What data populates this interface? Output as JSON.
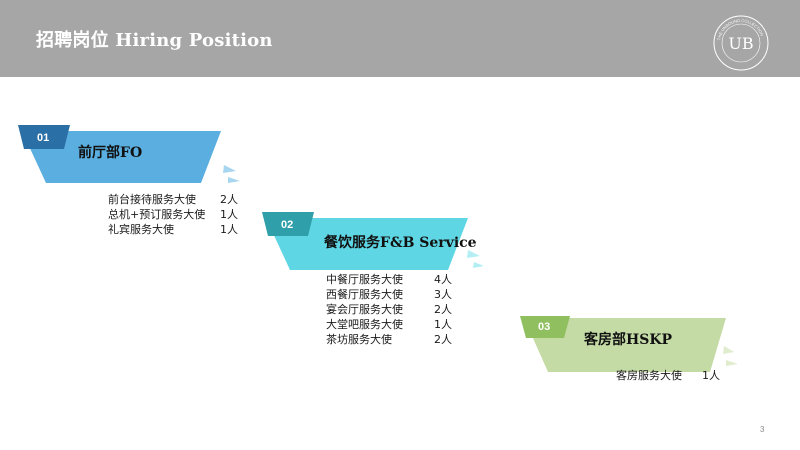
{
  "header": {
    "title": "招聘岗位 Hiring Position",
    "logo_text": "THE UNBOUND COLLECTION · BY HYATT",
    "logo_monogram": "UB"
  },
  "sections": [
    {
      "number": "01",
      "title": "前厅部FO",
      "color": "#5aaee0",
      "tab_color": "#2a6fa6",
      "rows": [
        {
          "role": "前台接待服务大使",
          "count": "2人"
        },
        {
          "role": "总机+预订服务大使",
          "count": "1人"
        },
        {
          "role": "礼宾服务大使",
          "count": "1人"
        }
      ]
    },
    {
      "number": "02",
      "title": "餐饮服务F&B Service",
      "color": "#5ed6e4",
      "tab_color": "#2f9fa9",
      "rows": [
        {
          "role": "中餐厅服务大使",
          "count": "4人"
        },
        {
          "role": "西餐厅服务大使",
          "count": "3人"
        },
        {
          "role": "宴会厅服务大使",
          "count": "2人"
        },
        {
          "role": "大堂吧服务大使",
          "count": "1人"
        },
        {
          "role": "茶坊服务大使",
          "count": "2人"
        }
      ]
    },
    {
      "number": "03",
      "title": "客房部HSKP",
      "color": "#c5dba6",
      "tab_color": "#8fbf5e",
      "rows": [
        {
          "role": "客房服务大使",
          "count": "1人"
        }
      ]
    }
  ],
  "page_number": "3"
}
